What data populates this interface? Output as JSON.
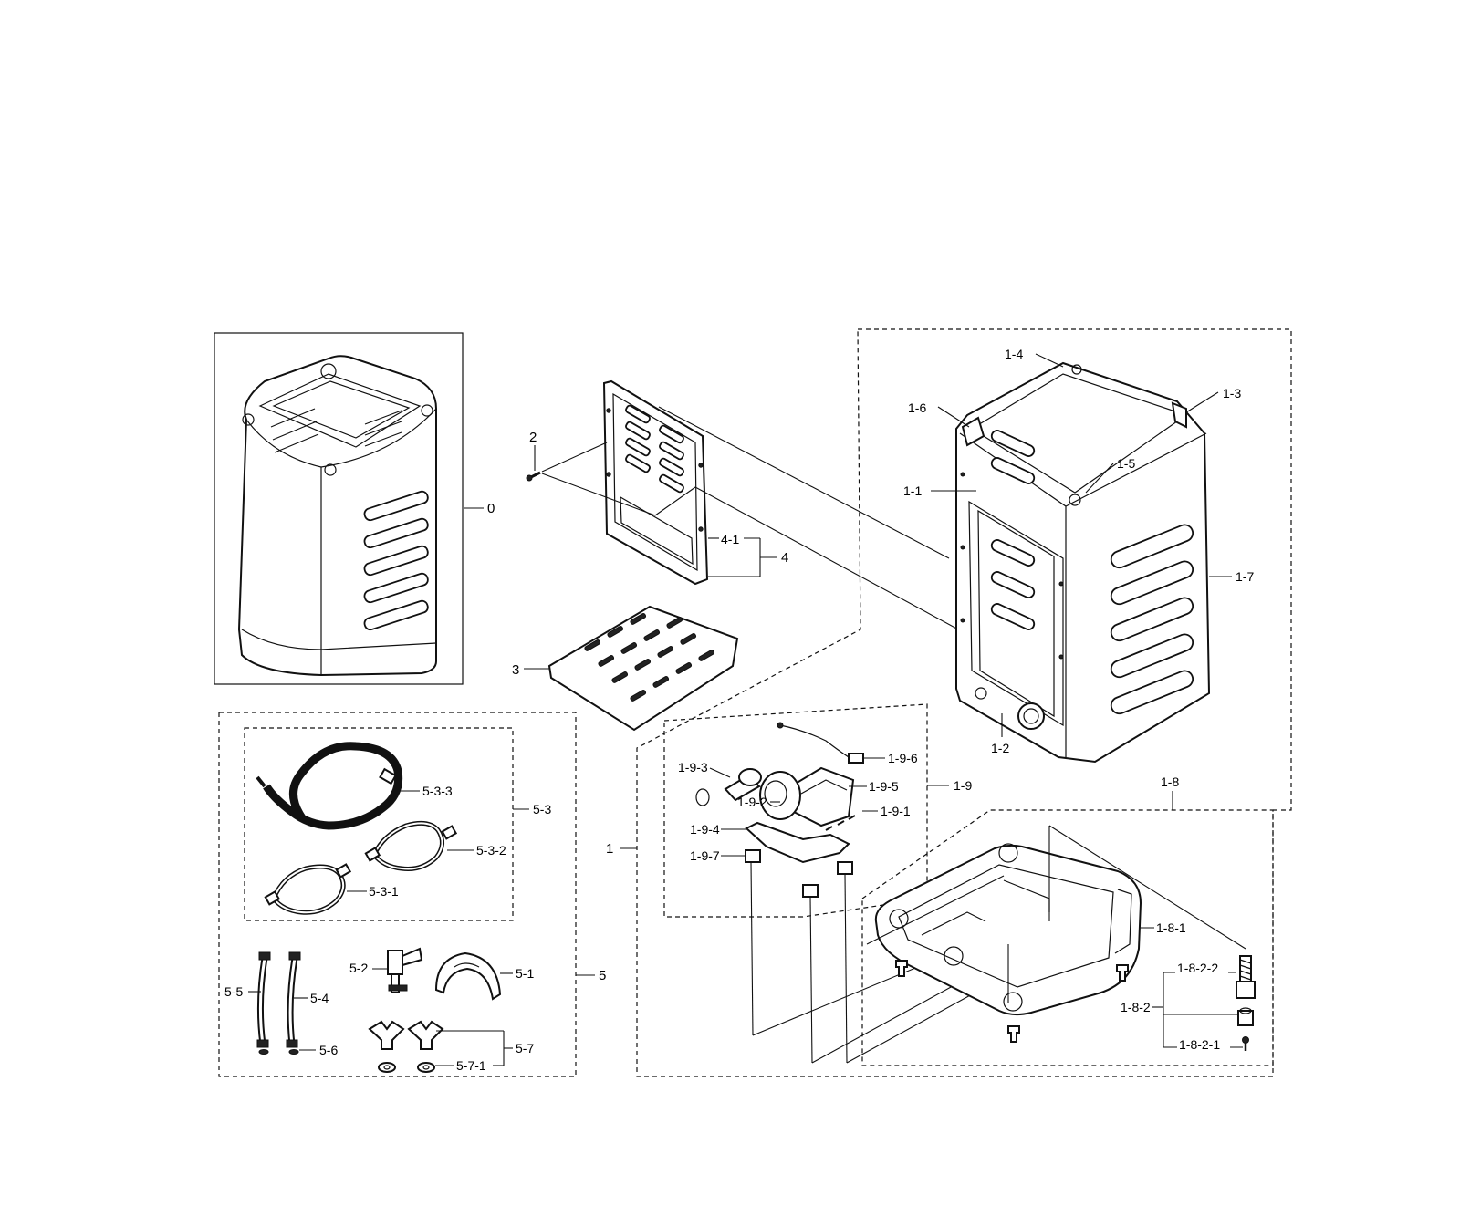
{
  "labels": {
    "l_0": "0",
    "l_1": "1",
    "l_1_1": "1-1",
    "l_1_2": "1-2",
    "l_1_3": "1-3",
    "l_1_4": "1-4",
    "l_1_5": "1-5",
    "l_1_6": "1-6",
    "l_1_7": "1-7",
    "l_1_8": "1-8",
    "l_1_8_1": "1-8-1",
    "l_1_8_2": "1-8-2",
    "l_1_8_2_1": "1-8-2-1",
    "l_1_8_2_2": "1-8-2-2",
    "l_1_9": "1-9",
    "l_1_9_1": "1-9-1",
    "l_1_9_2": "1-9-2",
    "l_1_9_3": "1-9-3",
    "l_1_9_4": "1-9-4",
    "l_1_9_5": "1-9-5",
    "l_1_9_6": "1-9-6",
    "l_1_9_7": "1-9-7",
    "l_2": "2",
    "l_3": "3",
    "l_4": "4",
    "l_4_1": "4-1",
    "l_5": "5",
    "l_5_1": "5-1",
    "l_5_2": "5-2",
    "l_5_3": "5-3",
    "l_5_3_1": "5-3-1",
    "l_5_3_2": "5-3-2",
    "l_5_3_3": "5-3-3",
    "l_5_4": "5-4",
    "l_5_5": "5-5",
    "l_5_6": "5-6",
    "l_5_7": "5-7",
    "l_5_7_1": "5-7-1"
  }
}
